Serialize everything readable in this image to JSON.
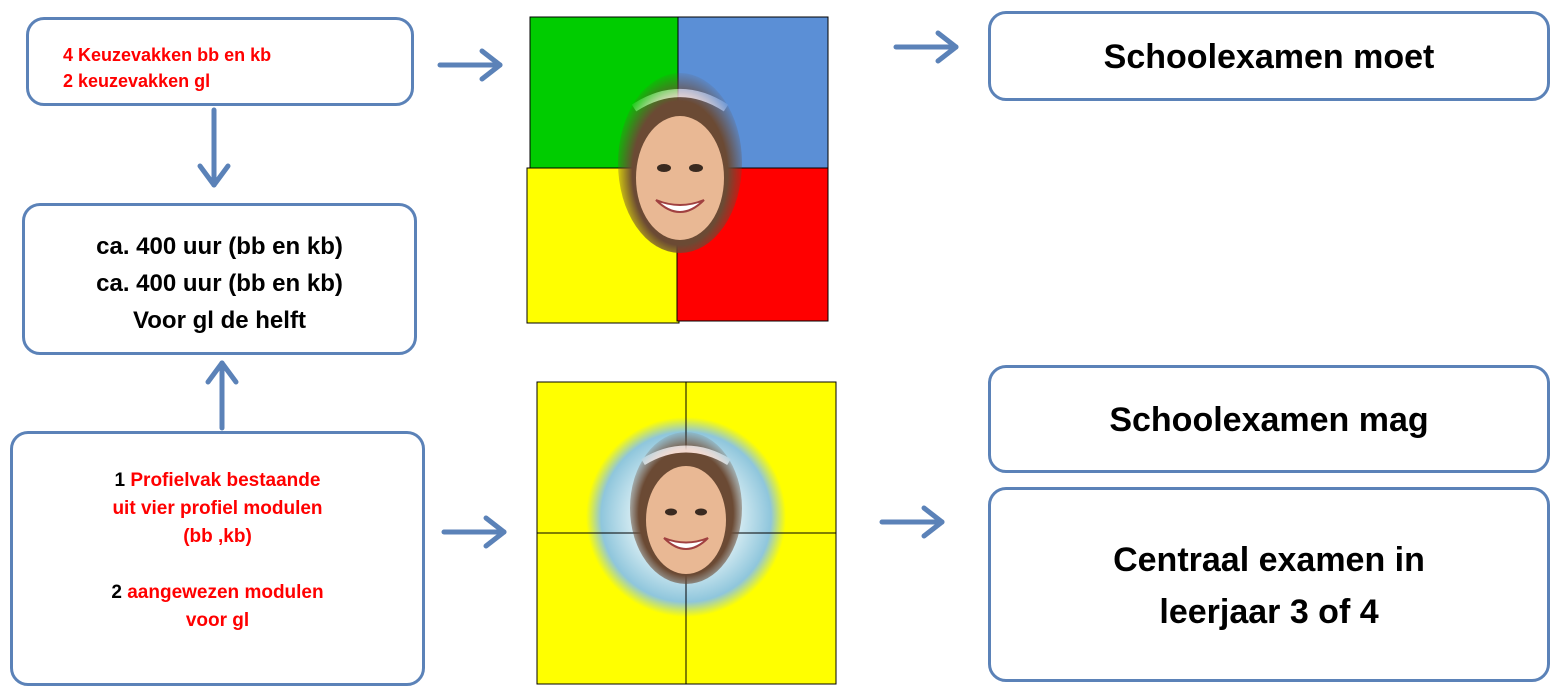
{
  "boxes": {
    "keuze": {
      "lines": [
        {
          "parts": [
            {
              "text": "4 Keuzevakken bb en kb",
              "color": "red"
            }
          ]
        },
        {
          "parts": [
            {
              "text": "2 keuzevakken gl",
              "color": "red"
            }
          ]
        }
      ]
    },
    "uren": {
      "lines": [
        {
          "parts": [
            {
              "text": "ca. 400 uur (bb en kb)",
              "color": "black"
            }
          ]
        },
        {
          "parts": [
            {
              "text": "ca. 400 uur (bb en kb)",
              "color": "black"
            }
          ]
        },
        {
          "parts": [
            {
              "text": "Voor gl de helft",
              "color": "black"
            }
          ]
        }
      ]
    },
    "profiel": {
      "lines": [
        {
          "parts": [
            {
              "text": "1 ",
              "color": "black"
            },
            {
              "text": "Profielvak bestaande",
              "color": "red"
            }
          ]
        },
        {
          "parts": [
            {
              "text": "uit vier profiel modulen",
              "color": "red"
            }
          ]
        },
        {
          "parts": [
            {
              "text": "(bb ,kb)",
              "color": "red"
            }
          ]
        },
        {
          "parts": [
            {
              "text": "",
              "color": "black"
            }
          ]
        },
        {
          "parts": [
            {
              "text": "2 ",
              "color": "black"
            },
            {
              "text": "aangewezen modulen",
              "color": "red"
            }
          ]
        },
        {
          "parts": [
            {
              "text": "voor gl",
              "color": "red"
            }
          ]
        }
      ]
    },
    "se_moet": {
      "lines": [
        {
          "parts": [
            {
              "text": "Schoolexamen moet",
              "color": "black"
            }
          ]
        }
      ]
    },
    "se_mag": {
      "lines": [
        {
          "parts": [
            {
              "text": "Schoolexamen mag",
              "color": "black"
            }
          ]
        }
      ]
    },
    "centraal": {
      "lines": [
        {
          "parts": [
            {
              "text": "Centraal examen in",
              "color": "black"
            }
          ]
        },
        {
          "parts": [
            {
              "text": "leerjaar 3 of 4",
              "color": "black"
            }
          ]
        }
      ]
    }
  },
  "colors": {
    "arrow": "#5b82b8",
    "border": "#5b82b8",
    "red_text": "#ff0000",
    "black_text": "#000000",
    "quad_green": "#00cc00",
    "quad_blue": "#5b8fd6",
    "quad_yellow": "#ffff00",
    "quad_red": "#ff0000",
    "face_skin": "#e9b894",
    "face_hair": "#6b4a34",
    "face_halo": "#8fc6dc"
  },
  "images": {
    "top_photo": "girl-smiling-face-photo",
    "bottom_photo": "girl-smiling-face-photo-round-blue-glow"
  }
}
